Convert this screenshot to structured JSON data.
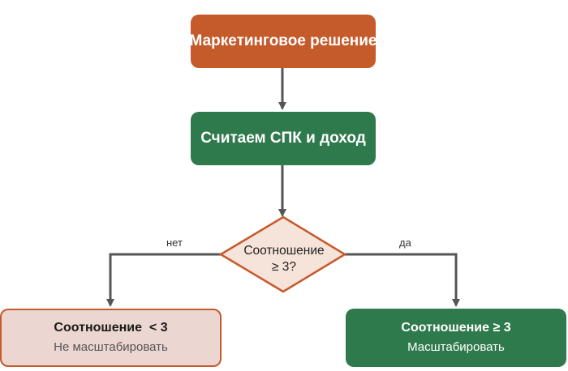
{
  "nodes": {
    "start": {
      "label": "Маркетинговое решение"
    },
    "calc": {
      "label": "Считаем СПК и доход"
    },
    "decision": {
      "line1": "Соотношение",
      "line2": "≥ 3?"
    },
    "outcome_no": {
      "title": "Соотношение  < 3",
      "subtitle": "Не масштабировать"
    },
    "outcome_yes": {
      "title": "Соотношение ≥ 3",
      "subtitle": "Масштабировать"
    }
  },
  "edges": {
    "no_label": "нет",
    "yes_label": "да"
  },
  "colors": {
    "orange": "#c55a2b",
    "green": "#2f7a4c",
    "pink_fill": "#ecd6d1",
    "diamond_fill": "#f6e3d9",
    "connector": "#555555"
  }
}
